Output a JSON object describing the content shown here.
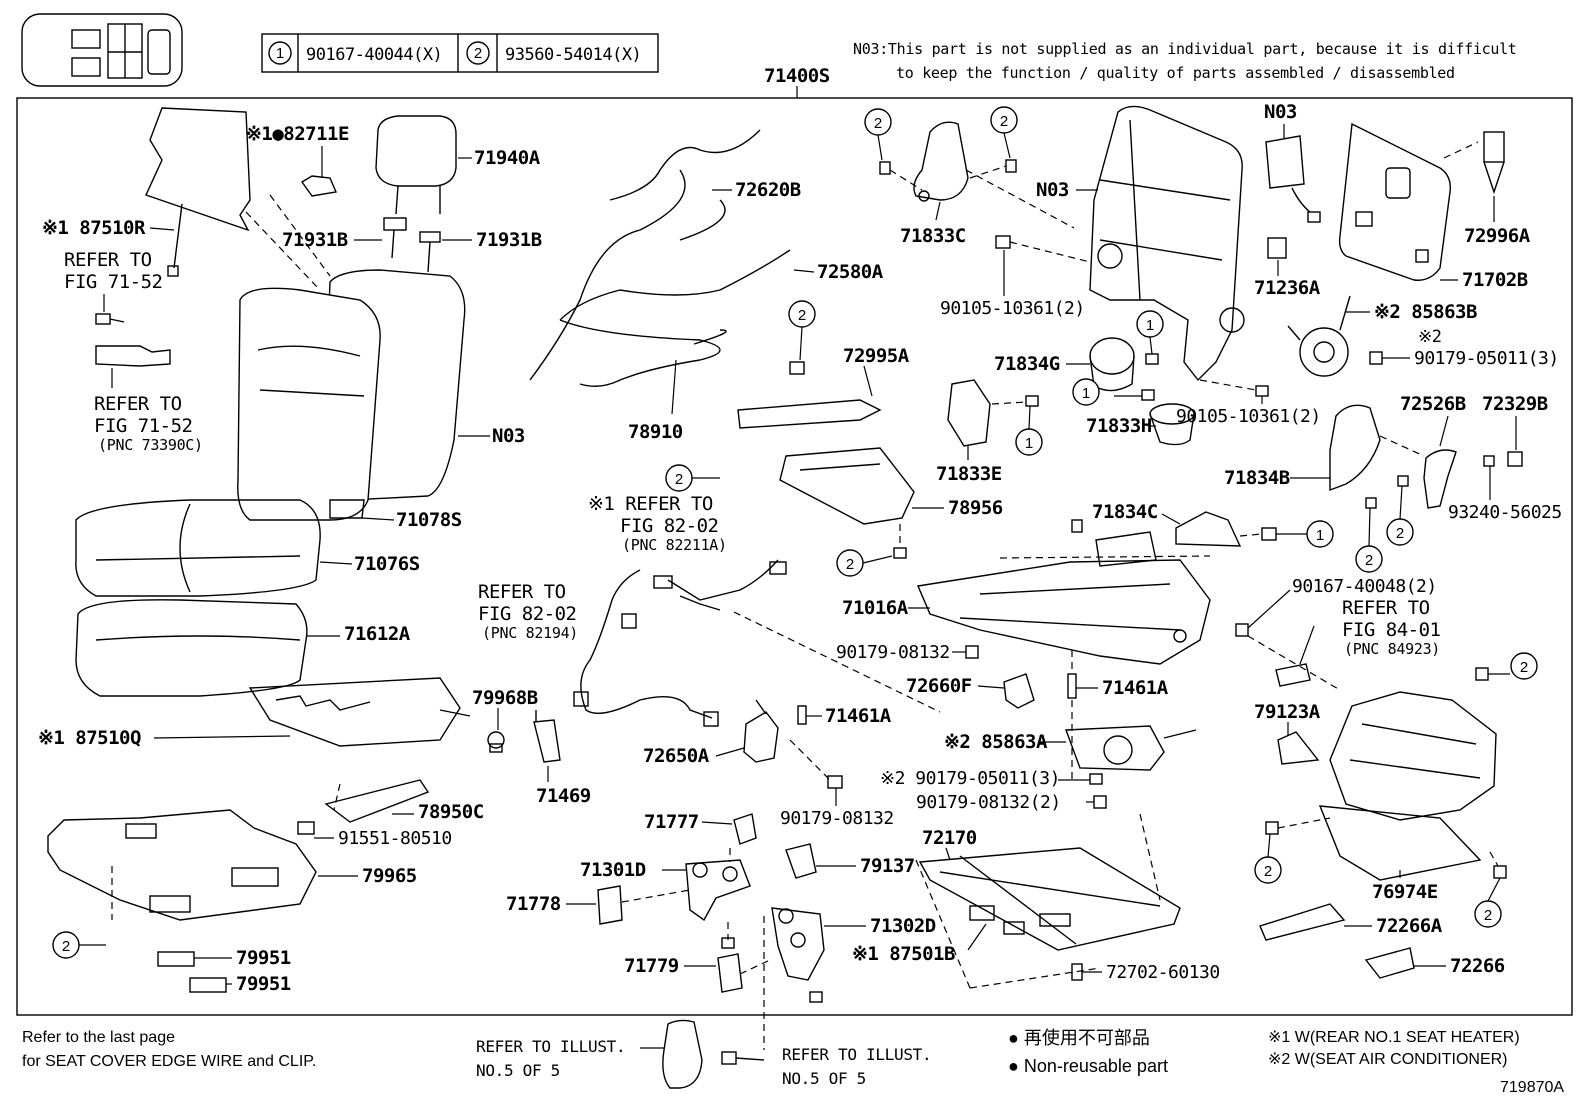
{
  "header": {
    "note_code_1": "1",
    "note_part_1": "90167-40044(X)",
    "note_code_2": "2",
    "note_part_2": "93560-54014(X)",
    "n03_line1": "N03:This part is not supplied as an individual part, because it is difficult",
    "n03_line2": "to keep the function / quality of parts assembled / disassembled",
    "assembly_label": "71400S"
  },
  "labels": {
    "l82711E": "※1●82711E",
    "l71940A": "71940A",
    "l87510R": "※1 87510R",
    "l71931B_a": "71931B",
    "l71931B_b": "71931B",
    "refer_7152_a1": "REFER TO",
    "refer_7152_a2": "FIG 71-52",
    "refer_7152_b1": "REFER TO",
    "refer_7152_b2": "FIG 71-52",
    "refer_7152_b3": "(PNC 73390C)",
    "l72620B": "72620B",
    "l72580A": "72580A",
    "l78910": "78910",
    "l72995A": "72995A",
    "l78956": "78956",
    "l71833C": "71833C",
    "l90105_a": "90105-10361(2)",
    "l71834G": "71834G",
    "l71833H": "71833H",
    "l71833E": "71833E",
    "l90105_b": "90105-10361(2)",
    "n03_a": "N03",
    "n03_b": "N03",
    "n03_c": "N03",
    "l72996A": "72996A",
    "l71236A": "71236A",
    "l71702B": "71702B",
    "l85863B": "※2 85863B",
    "l90179_05011_hdr": "※2",
    "l90179_05011_a": "90179-05011(3)",
    "l72526B": "72526B",
    "l72329B": "72329B",
    "l71834B": "71834B",
    "l93240": "93240-56025",
    "l71834C": "71834C",
    "l71078S": "71078S",
    "l71076S": "71076S",
    "l71612A": "71612A",
    "l87510Q": "※1 87510Q",
    "refer_8202_a1": "※1 REFER TO",
    "refer_8202_a2": "FIG 82-02",
    "refer_8202_a3": "(PNC 82211A)",
    "refer_8202_b1": "REFER TO",
    "refer_8202_b2": "FIG 82-02",
    "refer_8202_b3": "(PNC 82194)",
    "l79968B": "79968B",
    "l71469": "71469",
    "l71461A_a": "71461A",
    "l72650A": "72650A",
    "l71016A": "71016A",
    "l90179_08132_a": "90179-08132",
    "l72660F": "72660F",
    "l71461A_b": "71461A",
    "l85863A": "※2 85863A",
    "l90179_05011_b": "※2 90179-05011(3)",
    "l90179_08132_b": "90179-08132(2)",
    "l90179_08132_c": "90179-08132",
    "l90167_40048": "90167-40048(2)",
    "refer_8401_1": "REFER TO",
    "refer_8401_2": "FIG 84-01",
    "refer_8401_3": "(PNC 84923)",
    "l79123A": "79123A",
    "l76974E": "76974E",
    "l72266A": "72266A",
    "l72266": "72266",
    "l78950C": "78950C",
    "l91551": "91551-80510",
    "l79965": "79965",
    "l79951_a": "79951",
    "l79951_b": "79951",
    "l71777": "71777",
    "l71301D": "71301D",
    "l71778": "71778",
    "l79137": "79137",
    "l71302D": "71302D",
    "l71779": "71779",
    "l87501B": "※1 87501B",
    "l72170": "72170",
    "l72702": "72702-60130"
  },
  "circled": {
    "one": "1",
    "two": "2"
  },
  "footer": {
    "refer_last_1": "Refer to the last page",
    "refer_last_2": "for SEAT COVER EDGE WIRE and CLIP.",
    "refer_illust_a1": "REFER TO ILLUST.",
    "refer_illust_a2": "NO.5 OF 5",
    "refer_illust_b1": "REFER TO ILLUST.",
    "refer_illust_b2": "NO.5 OF 5",
    "legend_jp": "● 再使用不可部品",
    "legend_en": "● Non-reusable part",
    "note1": "※1 W(REAR NO.1 SEAT HEATER)",
    "note2": "※2 W(SEAT AIR CONDITIONER)",
    "figure_id": "719870A"
  }
}
